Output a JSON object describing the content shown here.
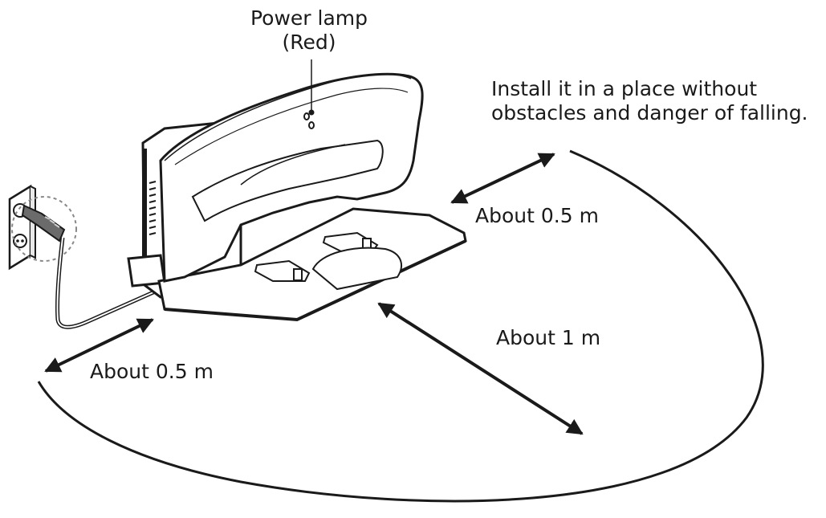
{
  "labels": {
    "power_lamp": "Power lamp",
    "power_lamp_color": "(Red)",
    "install_line1": "Install it in a place without",
    "install_line2": "obstacles and danger of falling.",
    "dist_right": "About 0.5 m",
    "dist_front": "About 1 m",
    "dist_left": "About 0.5 m"
  }
}
